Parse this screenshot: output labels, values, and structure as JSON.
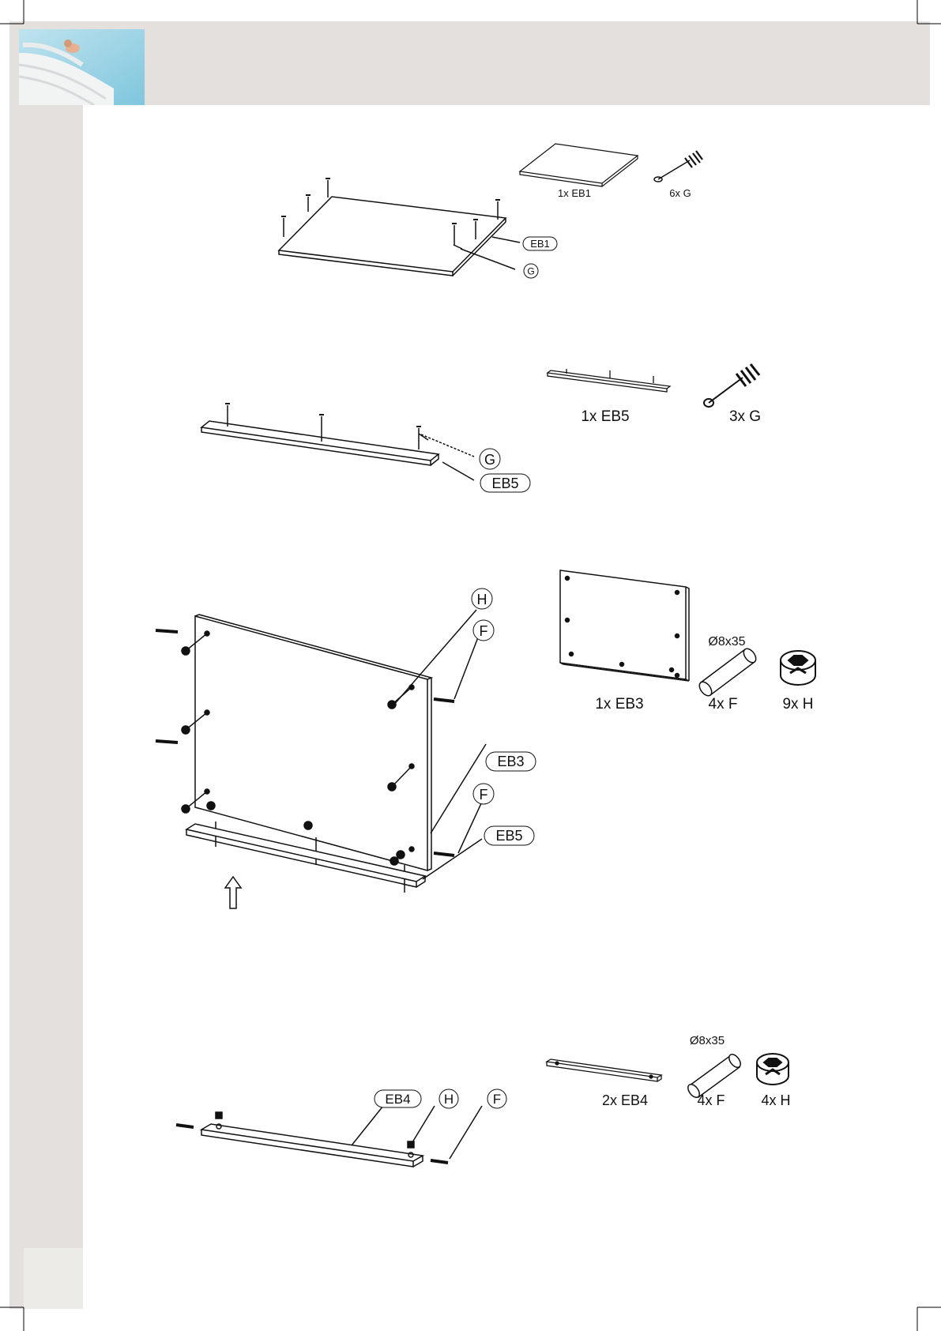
{
  "steps": [
    {
      "parts": [
        {
          "qty": "1x EB1"
        },
        {
          "qty": "6x G"
        }
      ],
      "callouts": [
        "EB1",
        "G"
      ]
    },
    {
      "parts": [
        {
          "qty": "1x EB5"
        },
        {
          "qty": "3x G"
        }
      ],
      "callouts": [
        "G",
        "EB5"
      ]
    },
    {
      "parts": [
        {
          "qty": "1x EB3"
        },
        {
          "qty": "4x F",
          "spec": "Ø8x35"
        },
        {
          "qty": "9x H"
        }
      ],
      "callouts": [
        "H",
        "F",
        "EB3",
        "F",
        "EB5"
      ]
    },
    {
      "parts": [
        {
          "qty": "2x EB4"
        },
        {
          "qty": "4x F",
          "spec": "Ø8x35"
        },
        {
          "qty": "4x H"
        }
      ],
      "callouts": [
        "EB4",
        "H",
        "F"
      ]
    }
  ]
}
